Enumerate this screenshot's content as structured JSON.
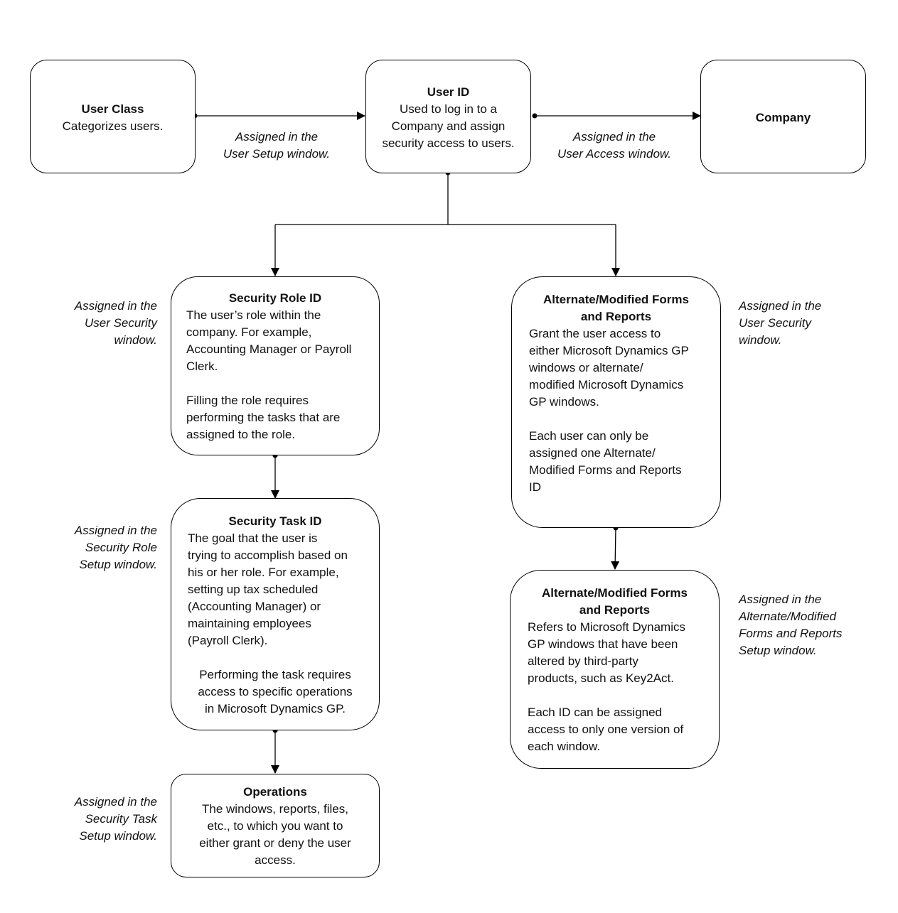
{
  "boxes": {
    "user_class": {
      "title": "User Class",
      "body": "Categorizes users."
    },
    "user_id": {
      "title": "User ID",
      "body": "Used to log in to a\nCompany and assign\nsecurity access to users."
    },
    "company": {
      "title": "Company",
      "body": ""
    },
    "security_role": {
      "title": "Security Role ID",
      "body": "The user’s role within the\ncompany. For example,\nAccounting Manager or Payroll\nClerk.\n\nFilling the role requires\nperforming the tasks that are\nassigned to the role."
    },
    "security_task": {
      "title": "Security Task ID",
      "body": "The goal that the user is\ntrying to accomplish based on\nhis or her role. For example,\nsetting up tax scheduled\n(Accounting Manager) or\nmaintaining employees\n(Payroll Clerk).",
      "body2": "Performing the task requires\naccess to specific operations\nin Microsoft Dynamics GP."
    },
    "operations": {
      "title": "Operations",
      "body": "The windows, reports, files,\netc., to which you want to\neither grant or deny the user\naccess."
    },
    "alt_forms_1": {
      "title": "Alternate/Modified Forms\nand Reports",
      "body": "Grant the user access to\neither Microsoft Dynamics GP\nwindows or alternate/\nmodified Microsoft Dynamics\nGP windows.\n\nEach user can only be\nassigned one Alternate/\nModified Forms and Reports\nID"
    },
    "alt_forms_2": {
      "title": "Alternate/Modified Forms\nand Reports",
      "body": "Refers to Microsoft Dynamics\nGP windows that have been\naltered by third-party\nproducts, such as Key2Act.\n\nEach ID can be assigned\naccess to only one version of\neach window."
    }
  },
  "notes": {
    "user_setup": "Assigned in the\nUser Setup window.",
    "user_access": "Assigned in the\nUser Access window.",
    "user_security_left": "Assigned in the\nUser Security\nwindow.",
    "user_security_right": "Assigned in the\nUser Security\nwindow.",
    "security_role_setup": "Assigned in the\nSecurity Role\nSetup window.",
    "security_task_setup": "Assigned in the\nSecurity Task\nSetup window.",
    "alt_forms_setup": "Assigned in the\nAlternate/Modified\nForms and Reports\nSetup window."
  }
}
